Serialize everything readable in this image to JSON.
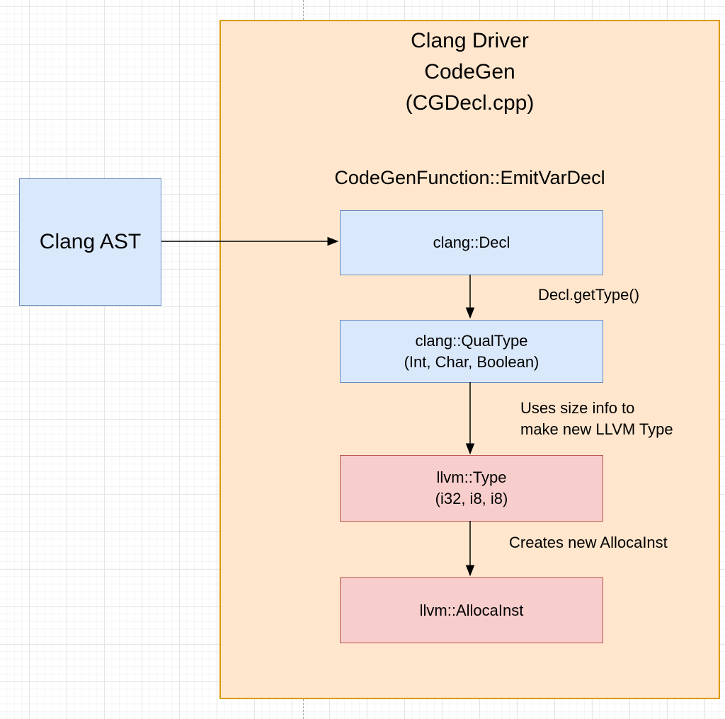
{
  "diagram": {
    "external_node": {
      "label": "Clang AST"
    },
    "container": {
      "title_lines": [
        "Clang Driver",
        "CodeGen",
        "(CGDecl.cpp)"
      ],
      "subtitle": "CodeGenFunction::EmitVarDecl"
    },
    "nodes": [
      {
        "id": "clang-decl",
        "palette": "blue",
        "lines": [
          "clang::Decl"
        ]
      },
      {
        "id": "clang-qualtype",
        "palette": "blue",
        "lines": [
          "clang::QualType",
          "(Int, Char, Boolean)"
        ]
      },
      {
        "id": "llvm-type",
        "palette": "red",
        "lines": [
          "llvm::Type",
          "(i32, i8, i8)"
        ]
      },
      {
        "id": "llvm-allocainst",
        "palette": "red",
        "lines": [
          "llvm::AllocaInst"
        ]
      }
    ],
    "edges": [
      {
        "id": "clang-ast-to-clang-decl",
        "label": ""
      },
      {
        "id": "clang-decl-to-clang-qualtype",
        "label": "Decl.getType()"
      },
      {
        "id": "clang-qualtype-to-llvm-type",
        "label_lines": [
          "Uses size info to",
          "make new LLVM Type"
        ]
      },
      {
        "id": "llvm-type-to-llvm-allocainst",
        "label": "Creates new AllocaInst"
      }
    ],
    "colors": {
      "container_fill": "#ffe6cc",
      "container_stroke": "#d79b00",
      "blue_node_fill": "#dae8fc",
      "blue_node_stroke": "#6c8ebf",
      "red_node_fill": "#f8cecc",
      "red_node_stroke": "#b85450",
      "arrow": "#000000",
      "grid_line": "#e5e5e5",
      "page_divider": "#ababab"
    }
  }
}
